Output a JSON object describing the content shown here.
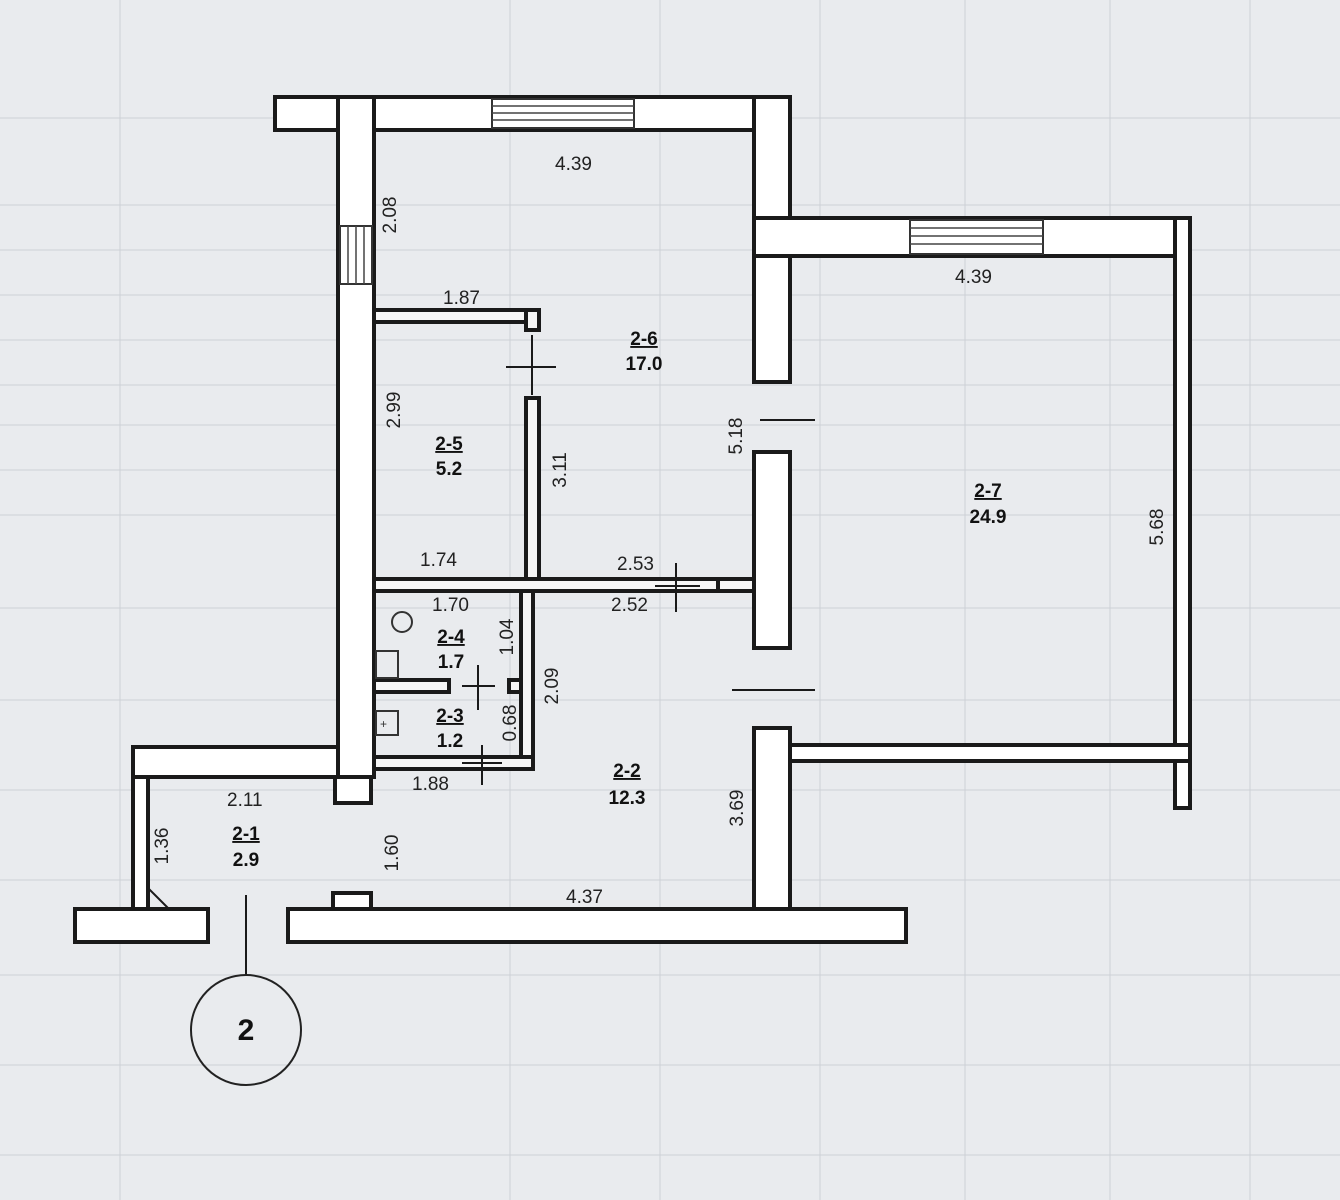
{
  "plan_marker": "2",
  "rooms": [
    {
      "id": "2-1",
      "area": "2.9"
    },
    {
      "id": "2-2",
      "area": "12.3"
    },
    {
      "id": "2-3",
      "area": "1.2"
    },
    {
      "id": "2-4",
      "area": "1.7"
    },
    {
      "id": "2-5",
      "area": "5.2"
    },
    {
      "id": "2-6",
      "area": "17.0"
    },
    {
      "id": "2-7",
      "area": "24.9"
    }
  ],
  "dimensions": {
    "r26_top": "4.39",
    "r26_left_upper": "2.08",
    "r26_wall_mid": "1.87",
    "r27_top": "4.39",
    "r25_height": "2.99",
    "r26_height": "3.11",
    "wall_between": "5.18",
    "r27_height": "5.68",
    "r25_bottom": "1.74",
    "corridor_top": "2.53",
    "corridor_under": "2.52",
    "r24_top": "1.70",
    "r24_height": "1.04",
    "corridor_height": "2.09",
    "r23_height": "0.68",
    "r23_bottom": "1.88",
    "r21_top": "2.11",
    "r21_height": "1.36",
    "r22_left": "1.60",
    "r22_right": "3.69",
    "r22_bottom": "4.37"
  }
}
